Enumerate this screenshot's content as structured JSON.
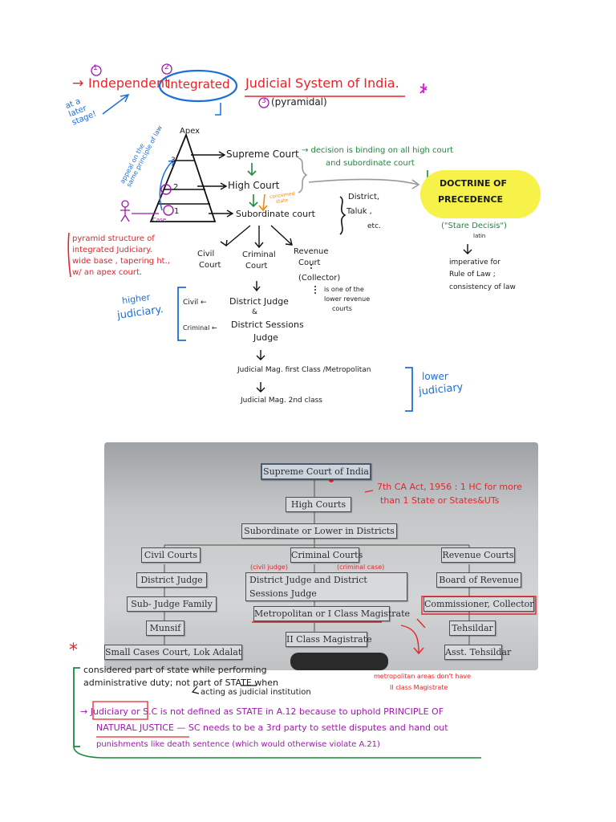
{
  "title": {
    "num1": "1",
    "num2": "2",
    "num3": "3",
    "arrow_text": "→",
    "independent": "Independent",
    "integrated": "Integrated",
    "judicial": "Judicial System of India.",
    "pyramidal": "(pyramidal)"
  },
  "side_notes": {
    "later_stage": [
      "at a",
      "later",
      "stage!"
    ],
    "appeal": [
      "appeal on the",
      "same principle of law"
    ]
  },
  "pyramid": {
    "apex": "Apex",
    "levels": [
      "3",
      "2",
      "1"
    ],
    "case": "Case"
  },
  "courts": {
    "supreme": "Supreme Court",
    "supreme_note": [
      "→ decision is binding on all high court",
      "and subordinate court"
    ],
    "high": "High Court",
    "concerned_state": [
      "concerned",
      "state"
    ],
    "subordinate": "Subordinate court",
    "district_list": [
      "District,",
      "Taluk ,",
      "etc."
    ]
  },
  "doctrine": {
    "title": [
      "DOCTRINE OF",
      "PRECEDENCE"
    ],
    "stare": "(\"Stare Decisis\")",
    "latin": "latin",
    "notes": [
      "imperative for",
      "Rule of Law ;",
      "consistency of law"
    ]
  },
  "pyramid_note": [
    "pyramid structure of",
    "integrated Judiciary.",
    "wide base , tapering ht.,",
    "w/ an apex court."
  ],
  "branches": {
    "civil": [
      "Civil",
      "Court"
    ],
    "criminal": [
      "Criminal",
      "Court"
    ],
    "revenue": [
      "Revenue",
      "Court"
    ],
    "collector": "(Collector)",
    "collector_note": [
      "is one of the",
      "lower revenue",
      "courts"
    ]
  },
  "higher": {
    "label": [
      "higher",
      "judiciary."
    ],
    "civil": "Civil ←",
    "district_judge": "District Judge",
    "amp": "&",
    "criminal": "Criminal ←",
    "sessions": [
      "District Sessions",
      "Judge"
    ]
  },
  "lower": {
    "jm1": "Judicial Mag. first Class /Metropolitan",
    "jm2": "Judicial Mag. 2nd class",
    "label": [
      "lower",
      "judiciary"
    ]
  },
  "chart": {
    "supreme": "Supreme Court of India",
    "high": "High Courts",
    "subordinate": "Subordinate or Lower in Districts",
    "civil_courts": "Civil Courts",
    "criminal_courts": "Criminal Courts",
    "revenue_courts": "Revenue Courts",
    "district_judge": "District Judge",
    "district_sessions": "District Judge and District Sessions Judge",
    "board": "Board of Revenue",
    "sub_judge": "Sub- Judge Family",
    "metropolitan": "Metropolitan or I Class Magistrate",
    "commissioner": "Commissioner, Collector",
    "munsif": "Munsif",
    "tehsildar": "Tehsildar",
    "small_cases": "Small Cases Court, Lok Adalat",
    "ii_class": "II Class Magistrate",
    "asst_tehsildar": "Asst. Tehsildar"
  },
  "chart_annotations": {
    "ca_act": [
      "7th CA Act, 1956 : 1 HC for more",
      "than 1 State or States&UTs"
    ],
    "civil_judge": "(civil judge)",
    "criminal_case": "(criminal case)",
    "metro_note": [
      "metropolitan areas don't have",
      "II class Magistrate"
    ]
  },
  "bottom": {
    "star": "*",
    "line1": "considered part of state while performing",
    "line2": "administrative duty; not part of STATE when",
    "line3": "acting as judicial institution",
    "line4a": "→ Judiciary or S.C is not defined as STATE in A.12 because to uphold PRINCIPLE OF",
    "line5": "NATURAL JUSTICE — SC needs to be a 3rd party to settle disputes and hand out",
    "line6": "punishments like death sentence (which would otherwise violate A.21)"
  }
}
